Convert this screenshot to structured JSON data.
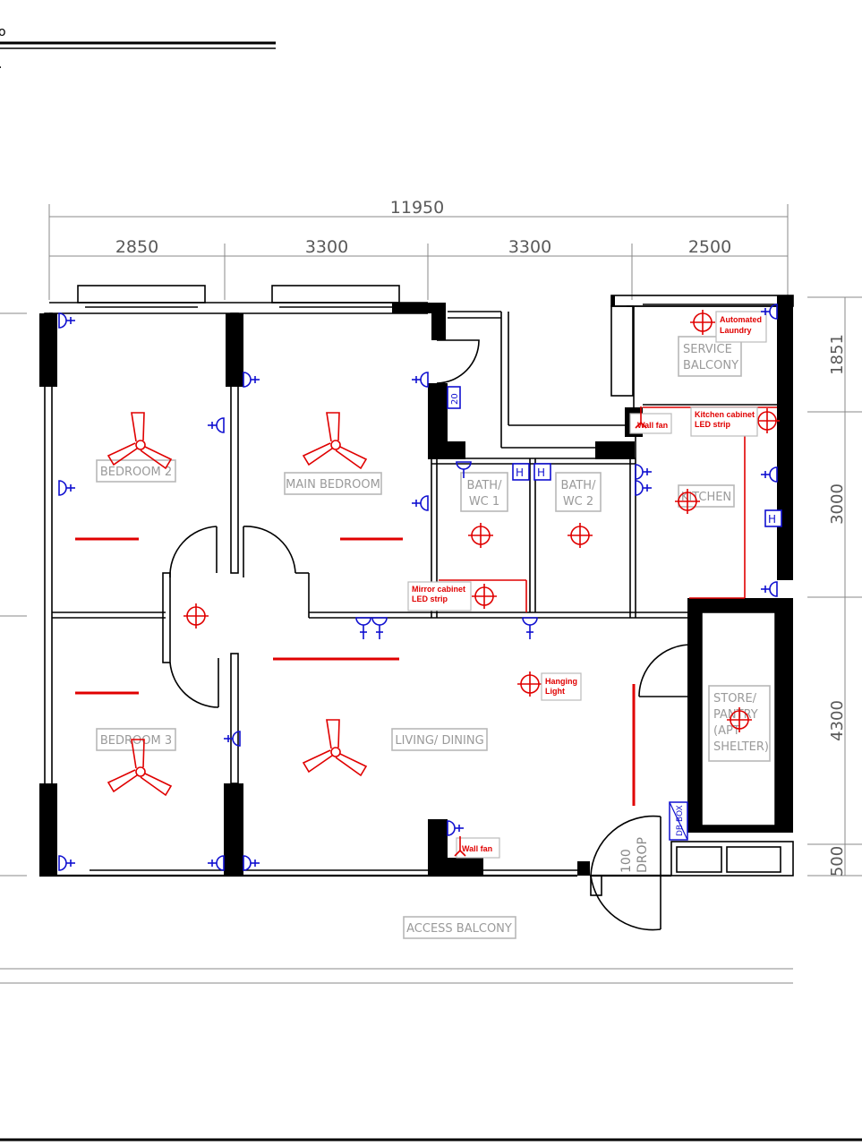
{
  "dimensions": {
    "total_width": "11950",
    "widths": [
      "2850",
      "3300",
      "3300",
      "2500"
    ],
    "heights": [
      "1851",
      "3000",
      "4300",
      "500"
    ]
  },
  "rooms": {
    "bedroom2": "BEDROOM 2",
    "main_bedroom": "MAIN BEDROOM",
    "bath_wc1_l1": "BATH/",
    "bath_wc1_l2": "WC 1",
    "bath_wc2_l1": "BATH/",
    "bath_wc2_l2": "WC 2",
    "service_balcony_l1": "SERVICE",
    "service_balcony_l2": "BALCONY",
    "kitchen": "KITCHEN",
    "bedroom3": "BEDROOM 3",
    "living_dining": "LIVING/ DINING",
    "store_l1": "STORE/",
    "store_l2": "PANTRY",
    "store_l3": "(APT",
    "store_l4": "SHELTER)",
    "access_balcony": "ACCESS BALCONY"
  },
  "annotations": {
    "automated_laundry_l1": "Automated",
    "automated_laundry_l2": "Laundry",
    "wall_fan_top": "Wall fan",
    "kitchen_cabinet_l1": "Kitchen cabinet",
    "kitchen_cabinet_l2": "LED strip",
    "mirror_cabinet_l1": "Mirror cabinet",
    "mirror_cabinet_l2": "LED strip",
    "hanging_light_l1": "Hanging",
    "hanging_light_l2": "Light",
    "wall_fan_bottom": "Wall fan"
  },
  "tags": {
    "db_box": "DB BOX",
    "drop_l1": "100",
    "drop_l2": "DROP",
    "tag_20": "20"
  },
  "colors": {
    "wall": "#000000",
    "lighting": "#e00000",
    "power": "#1010d0",
    "label": "#9a9a9a"
  }
}
